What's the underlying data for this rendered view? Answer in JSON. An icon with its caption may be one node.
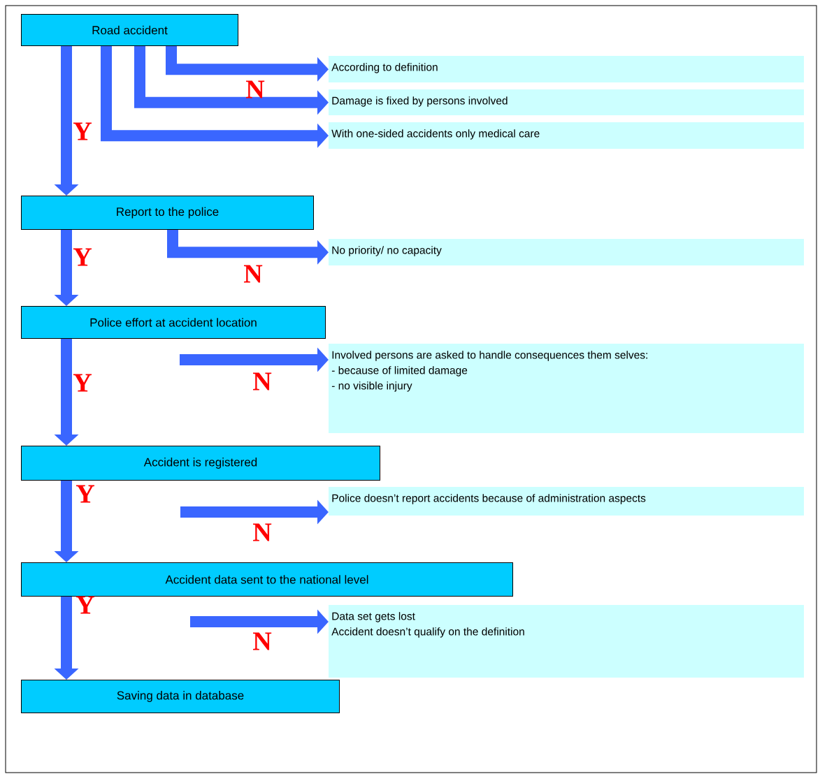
{
  "diagram": {
    "nodes": [
      {
        "text": [
          "Road accident"
        ]
      },
      {
        "text": [
          "According to definition"
        ]
      },
      {
        "text": [
          "Damage is fixed by persons involved"
        ]
      },
      {
        "text": [
          "With one-sided accidents only medical care"
        ]
      },
      {
        "text": [
          "Report to the police"
        ]
      },
      {
        "text": [
          "No priority/ no capacity"
        ]
      },
      {
        "text": [
          "Police effort at accident location"
        ]
      },
      {
        "text": [
          "Involved persons are asked to handle consequences them selves:",
          "- because of limited damage",
          "- no visible injury"
        ]
      },
      {
        "text": [
          "Accident is registered"
        ]
      },
      {
        "text": [
          "Police doesn’t report accidents because of administration aspects"
        ]
      },
      {
        "text": [
          "Accident data sent to the national level"
        ]
      },
      {
        "text": [
          "Data set gets lost",
          "Accident doesn’t qualify on the definition"
        ]
      },
      {
        "text": [
          "Saving data in database"
        ]
      }
    ],
    "edges": [
      {
        "from": 0,
        "to": 1,
        "arrow": "to"
      },
      {
        "from": 0,
        "to": 2,
        "arrow": "to",
        "label": "N"
      },
      {
        "from": 0,
        "to": 3,
        "arrow": "to"
      },
      {
        "from": 0,
        "to": 4,
        "arrow": "to",
        "label": "Y"
      },
      {
        "from": 4,
        "to": 5,
        "arrow": "to",
        "label": "N"
      },
      {
        "from": 4,
        "to": 6,
        "arrow": "to",
        "label": "Y"
      },
      {
        "from": null,
        "to": 7,
        "arrow": "to",
        "label": "N"
      },
      {
        "from": 6,
        "to": 8,
        "arrow": "to",
        "label": "Y"
      },
      {
        "from": null,
        "to": 9,
        "arrow": "to",
        "label": "N"
      },
      {
        "from": 8,
        "to": 10,
        "arrow": "to",
        "label": "Y"
      },
      {
        "from": null,
        "to": 11,
        "arrow": "to",
        "label": "N"
      },
      {
        "from": 10,
        "to": 12,
        "arrow": "to",
        "label": "Y"
      }
    ]
  }
}
